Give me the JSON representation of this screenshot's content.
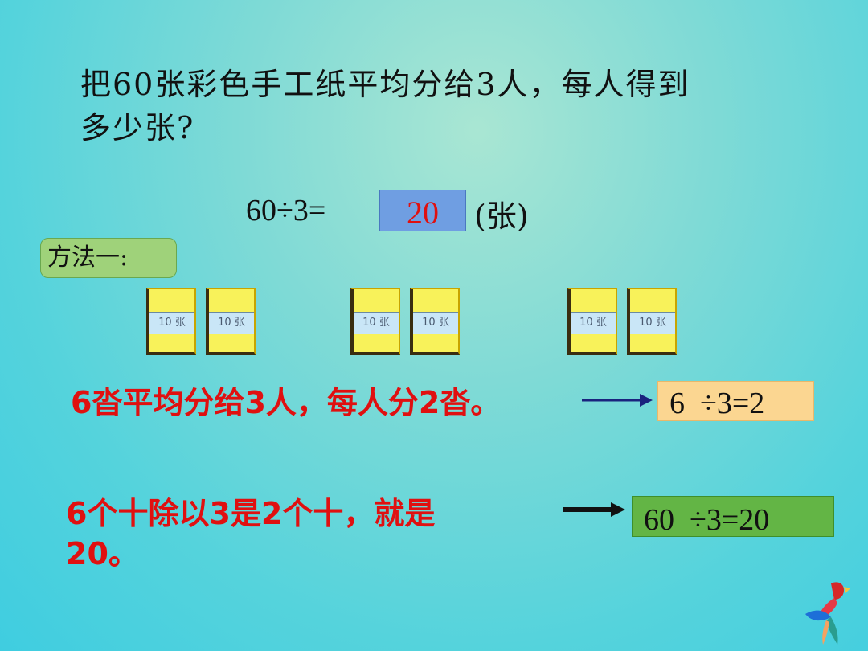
{
  "question": {
    "line1": "把60张彩色手工纸平均分给3人，每人得到",
    "line2": "多少张?"
  },
  "equation": {
    "expression": "60÷3=",
    "answer": "20",
    "unit": "(张)"
  },
  "method_label": "方法一:",
  "packs": {
    "label": "10 张",
    "groups": 3,
    "per_group": 2,
    "fill_color": "#f8f25a",
    "band_color": "#c9e6f7"
  },
  "explanations": [
    {
      "text": "6沓平均分给3人，每人分2沓。",
      "equation": "6  ÷3=2",
      "box_color": "#fbd691"
    },
    {
      "text_line1": "6个十除以3是2个十，就是",
      "text_line2": "20。",
      "equation": "60  ÷3=20",
      "box_color": "#63b545"
    }
  ],
  "colors": {
    "accent_red": "#e01010",
    "answer_box": "#6f9ee2",
    "method_tag": "#9fd27a"
  },
  "decor": {
    "bird": "parrot-icon"
  }
}
